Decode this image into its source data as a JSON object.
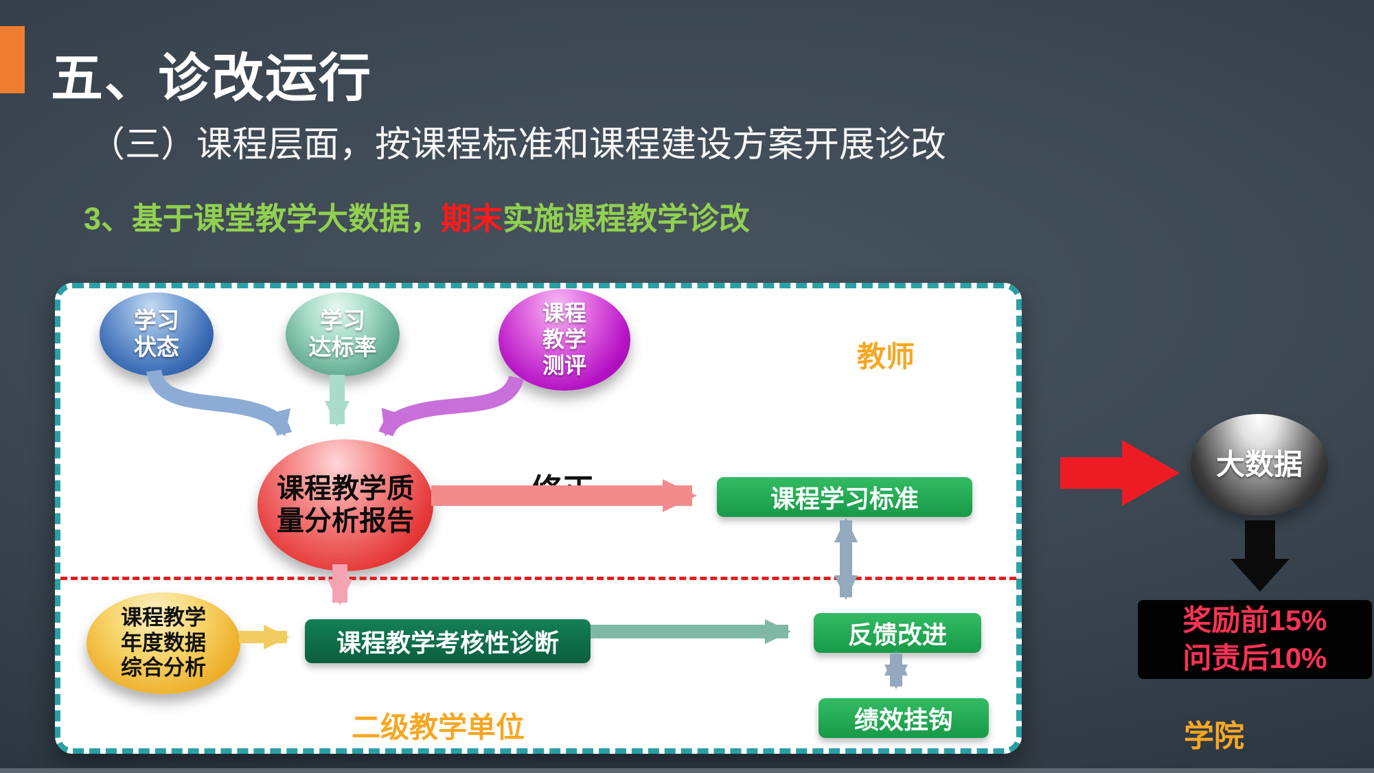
{
  "slide": {
    "title": "五、诊改运行",
    "subtitle": "（三）课程层面，按课程标准和课程建设方案开展诊改",
    "heading": {
      "prefix": "3、基于课堂教学大数据，",
      "highlight": "期末",
      "suffix": "实施课程教学诊改"
    }
  },
  "diagram": {
    "teacher_label": "教师",
    "unit_label": "二级教学单位",
    "arrow_label": "修正",
    "bubbles": {
      "study_status": "学习\n状态",
      "achievement_rate": "学习\n达标率",
      "course_evaluation": "课程\n教学\n测评",
      "quality_report": "课程教学质\n量分析报告",
      "annual_analysis": "课程教学\n年度数据\n综合分析"
    },
    "boxes": {
      "course_standard": "课程学习标准",
      "assessment_diagnosis": "课程教学考核性诊断",
      "feedback_improvement": "反馈改进",
      "performance_link": "绩效挂钩"
    }
  },
  "right_panel": {
    "big_data": "大数据",
    "reward_line": "奖励前15%",
    "accountability_line": "问责后10%",
    "college_label": "学院"
  },
  "colors": {
    "accent_orange": "#ED7D31",
    "heading_green": "#92D050",
    "highlight_red": "#FF1A1A",
    "gold_label": "#F6A723",
    "green_box": "#1FA953",
    "dark_green_box": "#0E6B45",
    "teal_border": "#2AA0A4",
    "red_divider": "#E02020",
    "big_red_arrow": "#ED1C24",
    "reward_text": "#FA3354"
  }
}
